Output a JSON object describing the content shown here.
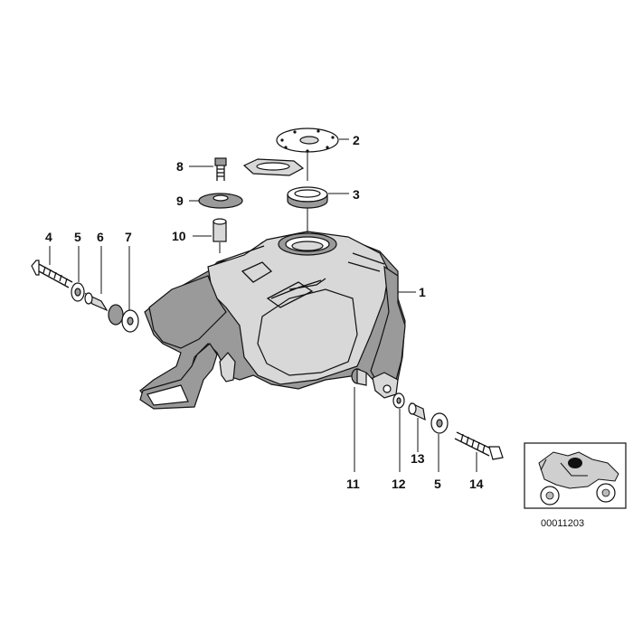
{
  "callouts": {
    "c1": "1",
    "c2": "2",
    "c3": "3",
    "c4": "4",
    "c5a": "5",
    "c6": "6",
    "c7": "7",
    "c8": "8",
    "c9": "9",
    "c10": "10",
    "c11": "11",
    "c12": "12",
    "c13": "13",
    "c5b": "5",
    "c14": "14"
  },
  "inset": {
    "code": "00011203"
  }
}
